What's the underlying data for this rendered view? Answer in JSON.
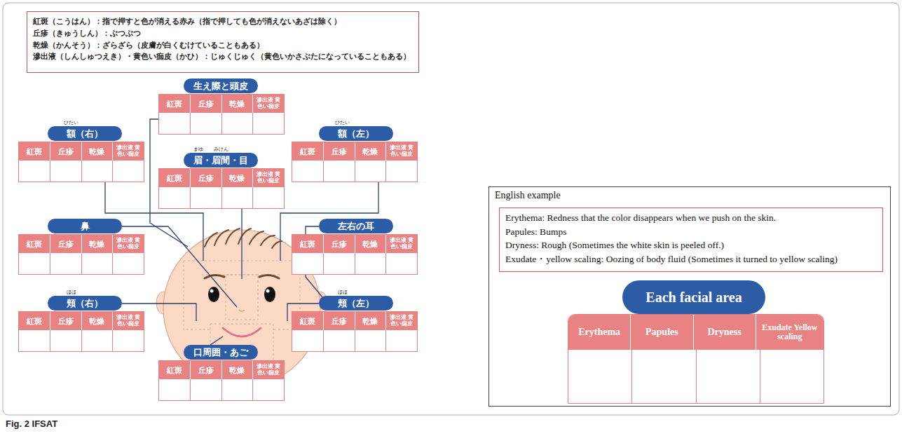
{
  "diagram": {
    "caption": "Fig. 2 IFSAT",
    "nodes": [
      {
        "text": [
          "紅斑（こうはん）：指で押すと色が消える赤み（指で押しても色が消えないあざは除く）",
          "丘疹（きゅうしん）：ぶつぶつ",
          "乾燥（かんそう）：ざらざら（皮膚が白くむけていることもある）",
          "滲出液（しんしゅつえき）・黄色い痂皮（かひ）：じゅくじゅく（黄色いかさぶたになっていることもある）"
        ]
      },
      {
        "text": [
          "生え際と頭皮"
        ]
      },
      {
        "text": [
          "紅斑",
          "丘疹",
          "乾燥",
          "滲出液 黄色い痂皮"
        ]
      },
      {
        "text": [
          "ひたい",
          "額（右）"
        ]
      },
      {
        "text": [
          "紅斑",
          "丘疹",
          "乾燥",
          "滲出液 黄色い痂皮"
        ]
      },
      {
        "text": [
          "ひたい",
          "額（左）"
        ]
      },
      {
        "text": [
          "紅斑",
          "丘疹",
          "乾燥",
          "滲出液 黄色い痂皮"
        ]
      },
      {
        "text": [
          "まゆ",
          "みけん",
          "眉・眉間・目"
        ]
      },
      {
        "text": [
          "紅斑",
          "丘疹",
          "乾燥",
          "滲出液 黄色い痂皮"
        ]
      },
      {
        "text": [
          "鼻"
        ]
      },
      {
        "text": [
          "紅斑",
          "丘疹",
          "乾燥",
          "滲出液 黄色い痂皮"
        ]
      },
      {
        "text": [
          "左右の耳"
        ]
      },
      {
        "text": [
          "紅斑",
          "丘疹",
          "乾燥",
          "滲出液 黄色い痂皮"
        ]
      },
      {
        "text": [
          "ほほ",
          "頬（右）"
        ]
      },
      {
        "text": [
          "紅斑",
          "丘疹",
          "乾燥",
          "滲出液 黄色い痂皮"
        ]
      },
      {
        "text": [
          "ほほ",
          "頬（左）"
        ]
      },
      {
        "text": [
          "紅斑",
          "丘疹",
          "乾燥",
          "滲出液 黄色い痂皮"
        ]
      },
      {
        "text": [
          "口周囲・あご"
        ]
      },
      {
        "text": [
          "紅斑",
          "丘疹",
          "乾燥",
          "滲出液 黄色い痂皮"
        ]
      },
      {
        "text": [
          "English example"
        ]
      },
      {
        "text": [
          "Erythema: Redness that the color disappears when we push on the skin.",
          "Papules: Bumps",
          "Dryness: Rough (Sometimes the white skin is peeled off.)",
          "Exudate・yellow scaling: Oozing of body fluid (Sometimes it turned to yellow scaling)"
        ],
        "in": 19
      },
      {
        "text": [
          "Each facial area"
        ],
        "in": 19
      },
      {
        "text": [
          "Erythema",
          "Papules",
          "Dryness",
          "Exudate Yellow scaling"
        ],
        "in": 19
      }
    ]
  }
}
